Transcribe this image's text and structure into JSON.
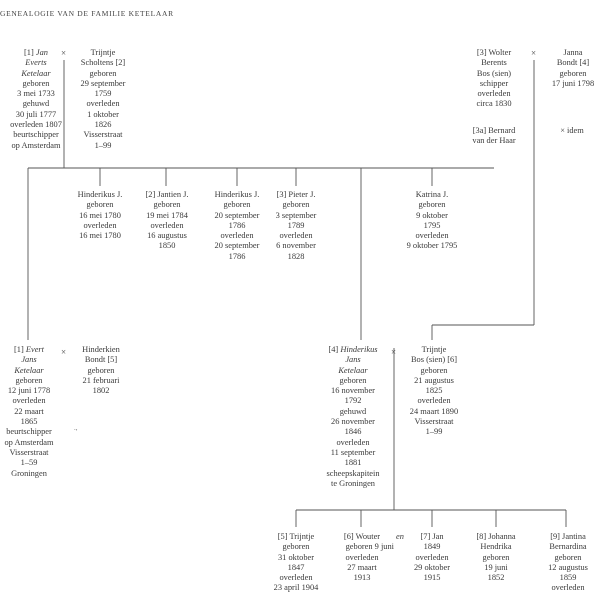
{
  "header": {
    "title": "GENEALOGIE VAN DE FAMILIE KETELAAR"
  },
  "marriage_sign": "×",
  "stray_mark": ".,",
  "persons": {
    "jan_evert": {
      "num": "[1]",
      "name_lines": [
        "Jan",
        "Everts",
        "Ketelaar"
      ],
      "lines": [
        "geboren",
        "3 mei 1733",
        "gehuwd",
        "30 juli 1777",
        "overleden 1807",
        "beurtschipper",
        "op Amsterdam"
      ]
    },
    "trijntje_scholtens": {
      "lines": [
        "Trijntje",
        "Scholtens [2]",
        "geboren",
        "29 september",
        "1759",
        "overleden",
        "1 oktober",
        "1826",
        "Visserstraat",
        "1–99"
      ]
    },
    "wolter_berents": {
      "lines": [
        "[3] Wolter",
        "Berents",
        "Bos (sien)",
        "schipper",
        "overleden",
        "circa 1830"
      ]
    },
    "janna_bondt": {
      "lines": [
        "Janna",
        "Bondt [4]",
        "geboren",
        "17 juni 1798"
      ]
    },
    "bernard_haar": {
      "lines": [
        "[3a] Bernard",
        "van der Haar"
      ]
    },
    "idem": {
      "text": "× idem"
    },
    "hinderikus_1780": {
      "lines": [
        "Hinderikus J.",
        "geboren",
        "16 mei 1780",
        "overleden",
        "16 mei 1780"
      ]
    },
    "jantien": {
      "lines": [
        "[2] Jantien J.",
        "geboren",
        "19 mei 1784",
        "overleden",
        "16 augustus",
        "1850"
      ]
    },
    "hinderikus_1786": {
      "lines": [
        "Hinderikus J.",
        "geboren",
        "20 september",
        "1786",
        "overleden",
        "20 september",
        "1786"
      ]
    },
    "pieter": {
      "lines": [
        "[3] Pieter J.",
        "geboren",
        "3 september",
        "1789",
        "overleden",
        "6 november",
        "1828"
      ]
    },
    "katrina": {
      "lines": [
        "Katrina J.",
        "geboren",
        "9 oktober",
        "1795",
        "overleden",
        "9 oktober 1795"
      ]
    },
    "evert_jans": {
      "num": "[1]",
      "name_lines": [
        "Evert",
        "Jans",
        "Ketelaar"
      ],
      "lines": [
        "geboren",
        "12 juni 1778",
        "overleden",
        "22 maart",
        "1865",
        "beurtschipper",
        "op Amsterdam",
        "Visserstraat",
        "1–59",
        "Groningen"
      ]
    },
    "hinderkien_bondt": {
      "lines": [
        "Hinderkien",
        "Bondt [5]",
        "geboren",
        "21 februari",
        "1802"
      ]
    },
    "hinderikus_jans": {
      "num": "[4]",
      "name_lines": [
        "Hinderikus",
        "Jans",
        "Ketelaar"
      ],
      "lines": [
        "geboren",
        "16 november",
        "1792",
        "gehuwd",
        "26 november",
        "1846",
        "overleden",
        "11 september",
        "1881",
        "scheepskapitein",
        "te Groningen"
      ]
    },
    "trijntje_bos": {
      "lines": [
        "Trijntje",
        "Bos (sien) [6]",
        "geboren",
        "21 augustus",
        "1825",
        "overleden",
        "24 maart 1890",
        "Visserstraat",
        "1–99"
      ]
    },
    "child_trijntje": {
      "lines": [
        "[5] Trijntje",
        "geboren",
        "31 oktober",
        "1847",
        "overleden",
        "23 april 1904"
      ]
    },
    "child_wouter": {
      "lines": [
        "[6] Wouter",
        "geboren 9 juni",
        "overleden",
        "27 maart",
        "1913"
      ]
    },
    "child_en": {
      "text": "en"
    },
    "child_jan": {
      "lines": [
        "[7] Jan",
        "1849",
        "overleden",
        "29 oktober",
        "1915"
      ]
    },
    "child_johanna": {
      "lines": [
        "[8] Johanna",
        "Hendrika",
        "geboren",
        "19 juni",
        "1852"
      ]
    },
    "child_jantina": {
      "lines": [
        "[9] Jantina",
        "Bernardina",
        "geboren",
        "12 augustus",
        "1859",
        "overleden"
      ]
    }
  }
}
